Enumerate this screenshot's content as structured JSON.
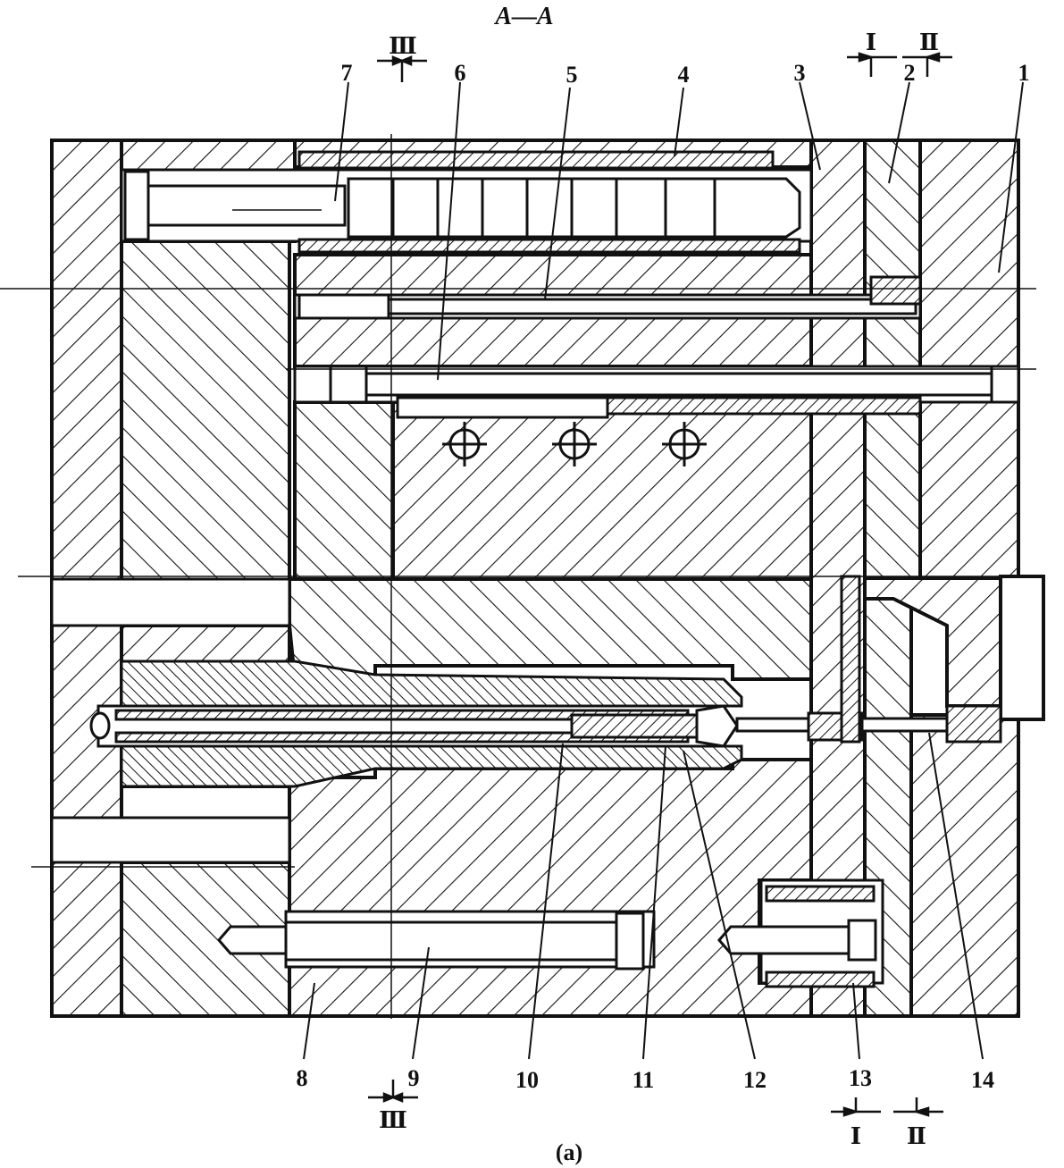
{
  "title": "A—A",
  "caption": "(a)",
  "section_marks": {
    "I": "Ⅰ",
    "II": "Ⅱ",
    "III": "Ⅲ"
  },
  "part_labels": [
    "1",
    "2",
    "3",
    "4",
    "5",
    "6",
    "7",
    "8",
    "9",
    "10",
    "11",
    "12",
    "13",
    "14"
  ],
  "colors": {
    "ink": "#111111",
    "paper": "#ffffff"
  }
}
